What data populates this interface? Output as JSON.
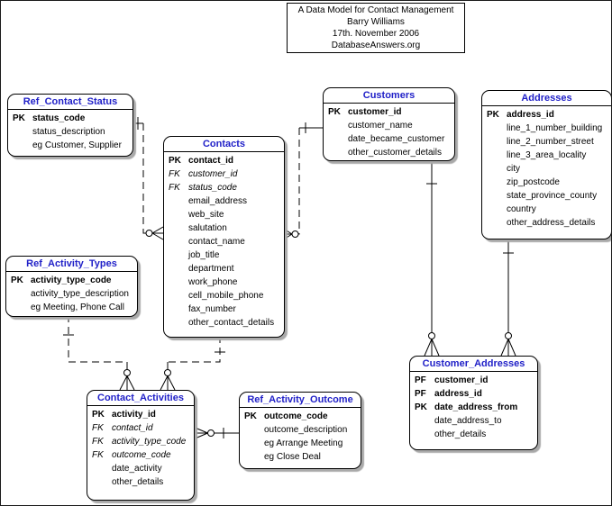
{
  "title_box": {
    "lines": [
      "A Data Model for Contact Management",
      "Barry Williams",
      "17th. November 2006",
      "DatabaseAnswers.org"
    ]
  },
  "colors": {
    "entity_title": "#2121c8",
    "entity_border": "#000000",
    "line": "#000000",
    "shadow": "#a9a9a9",
    "background": "#ffffff"
  },
  "entities": [
    {
      "id": "ref_contact_status",
      "title": "Ref_Contact_Status",
      "rows": [
        {
          "key": "PK",
          "name": "status_code",
          "style": "pk"
        },
        {
          "key": "",
          "name": "status_description",
          "style": "plain"
        },
        {
          "key": "",
          "name": "eg Customer, Supplier",
          "style": "plain"
        }
      ]
    },
    {
      "id": "contacts",
      "title": "Contacts",
      "rows": [
        {
          "key": "PK",
          "name": "contact_id",
          "style": "pk"
        },
        {
          "key": "FK",
          "name": "customer_id",
          "style": "fk"
        },
        {
          "key": "FK",
          "name": "status_code",
          "style": "fk"
        },
        {
          "key": "",
          "name": "email_address",
          "style": "plain"
        },
        {
          "key": "",
          "name": "web_site",
          "style": "plain"
        },
        {
          "key": "",
          "name": "salutation",
          "style": "plain"
        },
        {
          "key": "",
          "name": "contact_name",
          "style": "plain"
        },
        {
          "key": "",
          "name": "job_title",
          "style": "plain"
        },
        {
          "key": "",
          "name": "department",
          "style": "plain"
        },
        {
          "key": "",
          "name": "work_phone",
          "style": "plain"
        },
        {
          "key": "",
          "name": "cell_mobile_phone",
          "style": "plain"
        },
        {
          "key": "",
          "name": "fax_number",
          "style": "plain"
        },
        {
          "key": "",
          "name": "other_contact_details",
          "style": "plain"
        }
      ]
    },
    {
      "id": "customers",
      "title": "Customers",
      "rows": [
        {
          "key": "PK",
          "name": "customer_id",
          "style": "pk"
        },
        {
          "key": "",
          "name": "customer_name",
          "style": "plain"
        },
        {
          "key": "",
          "name": "date_became_customer",
          "style": "plain"
        },
        {
          "key": "",
          "name": "other_customer_details",
          "style": "plain"
        }
      ]
    },
    {
      "id": "addresses",
      "title": "Addresses",
      "rows": [
        {
          "key": "PK",
          "name": "address_id",
          "style": "pk"
        },
        {
          "key": "",
          "name": "line_1_number_building",
          "style": "plain"
        },
        {
          "key": "",
          "name": "line_2_number_street",
          "style": "plain"
        },
        {
          "key": "",
          "name": "line_3_area_locality",
          "style": "plain"
        },
        {
          "key": "",
          "name": "city",
          "style": "plain"
        },
        {
          "key": "",
          "name": "zip_postcode",
          "style": "plain"
        },
        {
          "key": "",
          "name": "state_province_county",
          "style": "plain"
        },
        {
          "key": "",
          "name": "country",
          "style": "plain"
        },
        {
          "key": "",
          "name": "other_address_details",
          "style": "plain"
        }
      ]
    },
    {
      "id": "ref_activity_types",
      "title": "Ref_Activity_Types",
      "rows": [
        {
          "key": "PK",
          "name": "activity_type_code",
          "style": "pk"
        },
        {
          "key": "",
          "name": "activity_type_description",
          "style": "plain"
        },
        {
          "key": "",
          "name": "eg Meeting, Phone Call",
          "style": "plain"
        }
      ]
    },
    {
      "id": "contact_activities",
      "title": "Contact_Activities",
      "rows": [
        {
          "key": "PK",
          "name": "activity_id",
          "style": "pk"
        },
        {
          "key": "FK",
          "name": "contact_id",
          "style": "fk"
        },
        {
          "key": "FK",
          "name": "activity_type_code",
          "style": "fk"
        },
        {
          "key": "FK",
          "name": "outcome_code",
          "style": "fk"
        },
        {
          "key": "",
          "name": "date_activity",
          "style": "plain"
        },
        {
          "key": "",
          "name": "other_details",
          "style": "plain"
        }
      ]
    },
    {
      "id": "ref_activity_outcome",
      "title": "Ref_Activity_Outcome",
      "rows": [
        {
          "key": "PK",
          "name": "outcome_code",
          "style": "pk"
        },
        {
          "key": "",
          "name": "outcome_description",
          "style": "plain"
        },
        {
          "key": "",
          "name": "eg Arrange Meeting",
          "style": "plain"
        },
        {
          "key": "",
          "name": "eg Close Deal",
          "style": "plain"
        }
      ]
    },
    {
      "id": "customer_addresses",
      "title": "Customer_Addresses",
      "rows": [
        {
          "key": "PF",
          "name": "customer_id",
          "style": "pf"
        },
        {
          "key": "PF",
          "name": "address_id",
          "style": "pf"
        },
        {
          "key": "PK",
          "name": "date_address_from",
          "style": "pk"
        },
        {
          "key": "",
          "name": "date_address_to",
          "style": "plain"
        },
        {
          "key": "",
          "name": "other_details",
          "style": "plain"
        }
      ]
    }
  ],
  "relationships": [
    {
      "from": "Ref_Contact_Status",
      "to": "Contacts",
      "from_end": "one",
      "to_end": "zero-or-many",
      "line": "dashed"
    },
    {
      "from": "Customers",
      "to": "Contacts",
      "from_end": "one",
      "to_end": "zero-or-many",
      "line": "dashed"
    },
    {
      "from": "Ref_Activity_Types",
      "to": "Contact_Activities",
      "from_end": "one",
      "to_end": "zero-or-many",
      "line": "dashed"
    },
    {
      "from": "Contacts",
      "to": "Contact_Activities",
      "from_end": "one",
      "to_end": "zero-or-many",
      "line": "dashed"
    },
    {
      "from": "Ref_Activity_Outcome",
      "to": "Contact_Activities",
      "from_end": "one",
      "to_end": "zero-or-many",
      "line": "dashed"
    },
    {
      "from": "Customers",
      "to": "Customer_Addresses",
      "from_end": "one",
      "to_end": "zero-or-many",
      "line": "solid"
    },
    {
      "from": "Addresses",
      "to": "Customer_Addresses",
      "from_end": "one",
      "to_end": "zero-or-many",
      "line": "solid"
    }
  ]
}
